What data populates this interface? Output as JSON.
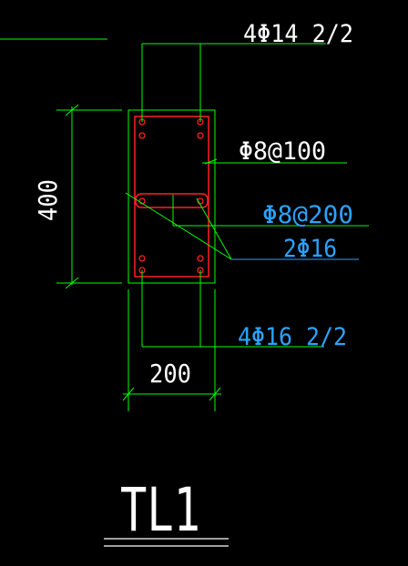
{
  "drawing": {
    "top_reinforcement": "4Φ14 2/2",
    "stirrup_outer": "Φ8@100",
    "stirrup_inner": "Φ8@200",
    "side_bars": "2Φ16",
    "bottom_reinforcement": "4Φ16 2/2",
    "dim_height": "400",
    "dim_width": "200",
    "beam_name": "TL1"
  },
  "colors": {
    "background": "#000000",
    "dimension_line": "#00ff00",
    "leader_line": "#00ff00",
    "section_outline": "#00ff00",
    "stirrup": "#ff2020",
    "bar": "#ff2020",
    "text_main": "#ffffff",
    "text_secondary": "#2aa3ff"
  }
}
